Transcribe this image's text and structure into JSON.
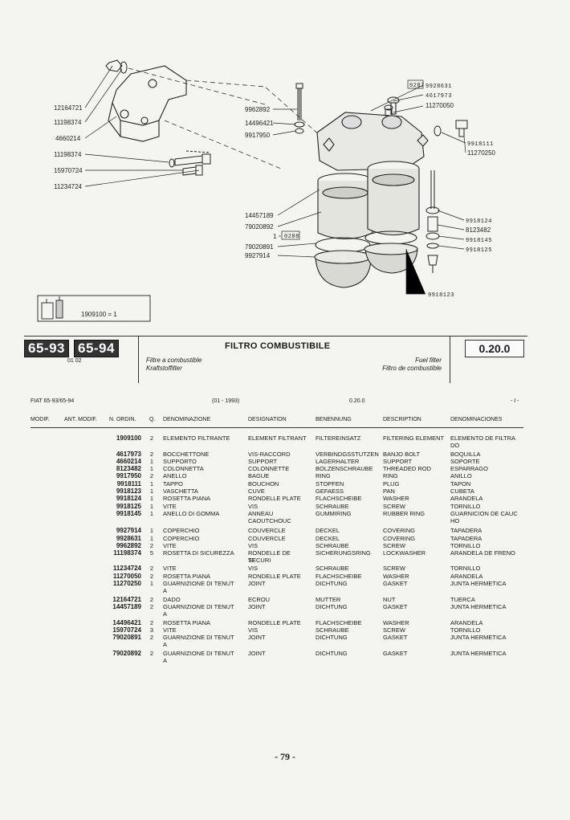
{
  "diagram": {
    "callouts_left": [
      "12164721",
      "11198374",
      "4660214",
      "11198374",
      "15970724",
      "11234724"
    ],
    "callouts_center": [
      "9962892",
      "14496421",
      "9917950",
      "14457189",
      "79020892",
      "1",
      "79020891",
      "9927914"
    ],
    "boxed_center": "0288",
    "callouts_top_right": [
      "9928631",
      "4617973",
      "11270050"
    ],
    "boxed_top_right": "0287",
    "callouts_right_plug": [
      "9918111",
      "11270250"
    ],
    "callouts_right_drain": [
      "9918124",
      "8123482",
      "9918145",
      "9918125"
    ],
    "callout_bottom": "9918123",
    "inset_label": "1909100 = 1"
  },
  "header": {
    "models": [
      "65-93",
      "65-94"
    ],
    "model_code": "01 02",
    "title": "FILTRO COMBUSTIBILE",
    "title_it": "Filtre a combustible",
    "title_de": "Kraftstoffilter",
    "title_en": "Fuel filter",
    "title_es": "Filtro de combustible",
    "code": "0.20.0"
  },
  "subheader": {
    "model": "FIAT 65-93/65-94",
    "date": "(01 - 1993)",
    "code": "0.20.0",
    "page": "- I -"
  },
  "table": {
    "headers": [
      "MODIF.",
      "ANT. MODIF.",
      "N. ORDIN.",
      "Q.",
      "DENOMINAZIONE",
      "DESIGNATION",
      "BENENNUNG",
      "DESCRIPTION",
      "DENOMINACIONES"
    ],
    "rows": [
      {
        "num": "1909100",
        "qty": "2",
        "it": "ELEMENTO FILTRANTE",
        "fr": "ELEMENT FILTRANT",
        "de": "FILTEREINSATZ",
        "en": "FILTERING ELEMENT",
        "es": "ELEMENTO DE FILTRA",
        "es2": "DO"
      },
      {
        "num": "4617973",
        "qty": "2",
        "it": "BOCCHETTONE",
        "fr": "VIS-RACCORD",
        "de": "VERBINDGSSTUTZEN",
        "en": "BANJO BOLT",
        "es": "BOQUILLA"
      },
      {
        "num": "4660214",
        "qty": "1",
        "it": "SUPPORTO",
        "fr": "SUPPORT",
        "de": "LAGERHALTER",
        "en": "SUPPORT",
        "es": "SOPORTE"
      },
      {
        "num": "8123482",
        "qty": "1",
        "it": "COLONNETTA",
        "fr": "COLONNETTE",
        "de": "BOLZENSCHRAUBE",
        "en": "THREADED ROD",
        "es": "ESPARRAGO"
      },
      {
        "num": "9917950",
        "qty": "2",
        "it": "ANELLO",
        "fr": "BAGUE",
        "de": "RING",
        "en": "RING",
        "es": "ANILLO"
      },
      {
        "num": "9918111",
        "qty": "1",
        "it": "TAPPO",
        "fr": "BOUCHON",
        "de": "STOPFEN",
        "en": "PLUG",
        "es": "TAPON"
      },
      {
        "num": "9918123",
        "qty": "1",
        "it": "VASCHETTA",
        "fr": "CUVE",
        "de": "GEFAESS",
        "en": "PAN",
        "es": "CUBETA"
      },
      {
        "num": "9918124",
        "qty": "1",
        "it": "ROSETTA PIANA",
        "fr": "RONDELLE PLATE",
        "de": "FLACHSCHEIBE",
        "en": "WASHER",
        "es": "ARANDELA"
      },
      {
        "num": "9918125",
        "qty": "1",
        "it": "VITE",
        "fr": "VIS",
        "de": "SCHRAUBE",
        "en": "SCREW",
        "es": "TORNILLO"
      },
      {
        "num": "9918145",
        "qty": "1",
        "it": "ANELLO DI GOMMA",
        "fr": "ANNEAU CAOUTCHOUC",
        "de": "GUMMIRING",
        "en": "RUBBER RING",
        "es": "GUARNICION DE CAUC",
        "es2": "HO"
      },
      {
        "num": "9927914",
        "qty": "1",
        "it": "COPERCHIO",
        "fr": "COUVERCLE",
        "de": "DECKEL",
        "en": "COVERING",
        "es": "TAPADERA"
      },
      {
        "num": "9928631",
        "qty": "1",
        "it": "COPERCHIO",
        "fr": "COUVERCLE",
        "de": "DECKEL",
        "en": "COVERING",
        "es": "TAPADERA"
      },
      {
        "num": "9962892",
        "qty": "2",
        "it": "VITE",
        "fr": "VIS",
        "de": "SCHRAUBE",
        "en": "SCREW",
        "es": "TORNILLO"
      },
      {
        "num": "11198374",
        "qty": "5",
        "it": "ROSETTA DI SICUREZZA",
        "fr": "RONDELLE DE SECURI",
        "fr2": "TE",
        "de": "SICHERUNGSRING",
        "en": "LOCKWASHER",
        "es": "ARANDELA DE FRENO"
      },
      {
        "num": "11234724",
        "qty": "2",
        "it": "VITE",
        "fr": "VIS",
        "de": "SCHRAUBE",
        "en": "SCREW",
        "es": "TORNILLO"
      },
      {
        "num": "11270050",
        "qty": "2",
        "it": "ROSETTA PIANA",
        "fr": "RONDELLE PLATE",
        "de": "FLACHSCHEIBE",
        "en": "WASHER",
        "es": "ARANDELA"
      },
      {
        "num": "11270250",
        "qty": "1",
        "it": "GUARNIZIONE DI TENUT",
        "it2": "A",
        "fr": "JOINT",
        "de": "DICHTUNG",
        "en": "GASKET",
        "es": "JUNTA HERMETICA"
      },
      {
        "num": "12164721",
        "qty": "2",
        "it": "DADO",
        "fr": "ECROU",
        "de": "MUTTER",
        "en": "NUT",
        "es": "TUERCA"
      },
      {
        "num": "14457189",
        "qty": "2",
        "it": "GUARNIZIONE DI TENUT",
        "it2": "A",
        "fr": "JOINT",
        "de": "DICHTUNG",
        "en": "GASKET",
        "es": "JUNTA HERMETICA"
      },
      {
        "num": "14496421",
        "qty": "2",
        "it": "ROSETTA PIANA",
        "fr": "RONDELLE PLATE",
        "de": "FLACHSCHEIBE",
        "en": "WASHER",
        "es": "ARANDELA"
      },
      {
        "num": "15970724",
        "qty": "3",
        "it": "VITE",
        "fr": "VIS",
        "de": "SCHRAUBE",
        "en": "SCREW",
        "es": "TORNILLO"
      },
      {
        "num": "79020891",
        "qty": "2",
        "it": "GUARNIZIONE DI TENUT",
        "it2": "A",
        "fr": "JOINT",
        "de": "DICHTUNG",
        "en": "GASKET",
        "es": "JUNTA HERMETICA"
      },
      {
        "num": "79020892",
        "qty": "2",
        "it": "GUARNIZIONE DI TENUT",
        "it2": "A",
        "fr": "JOINT",
        "de": "DICHTUNG",
        "en": "GASKET",
        "es": "JUNTA HERMETICA"
      }
    ]
  },
  "page_number": "- 79 -"
}
